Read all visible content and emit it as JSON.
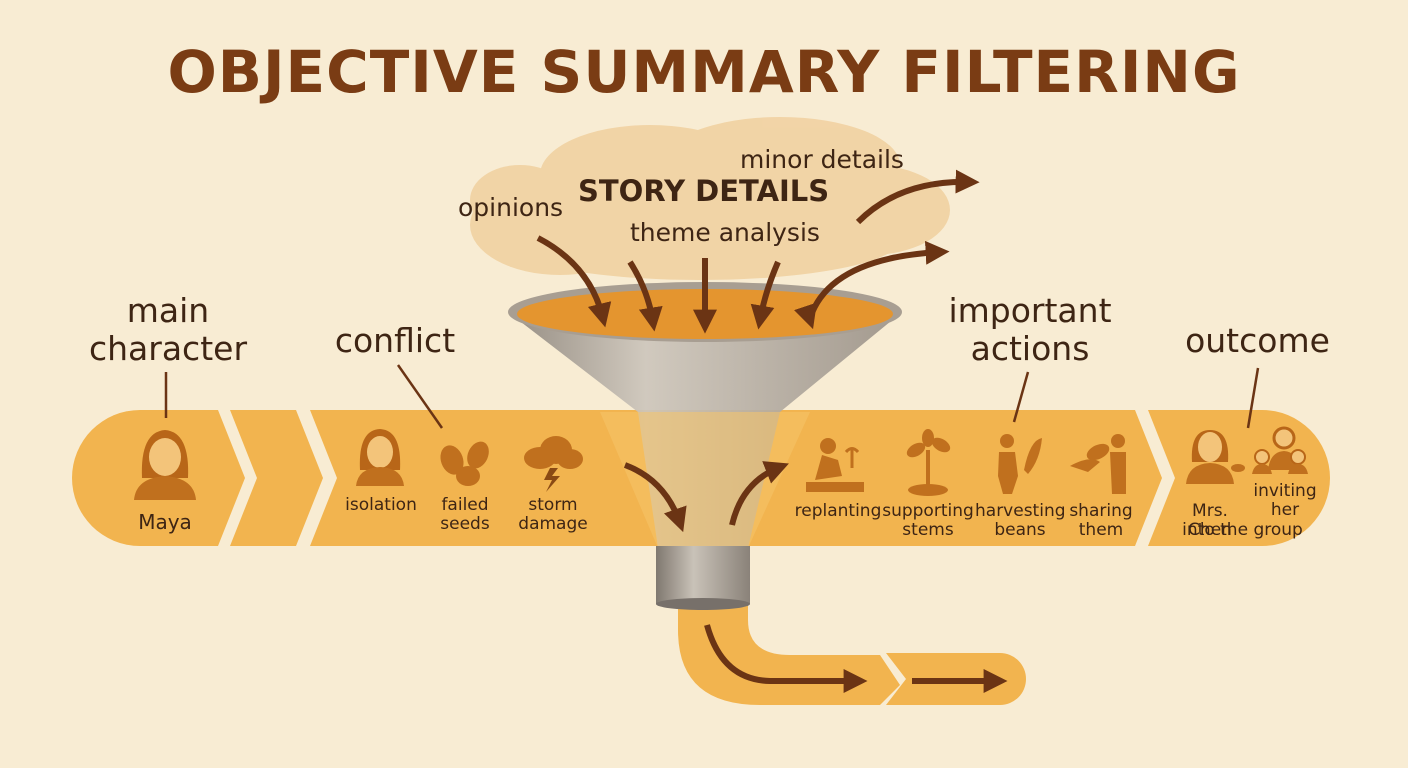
{
  "title": "OBJECTIVE SUMMARY FILTERING",
  "cloud": {
    "heading": "STORY DETAILS",
    "items": [
      "opinions",
      "minor details",
      "theme analysis"
    ]
  },
  "categories": {
    "main_character": "main\ncharacter",
    "conflict": "conflict",
    "important_actions": "important\nactions",
    "outcome": "outcome"
  },
  "items": {
    "maya": "Maya",
    "isolation": "isolation",
    "failed_seeds": "failed\nseeds",
    "storm_damage": "storm\ndamage",
    "replanting": "replanting",
    "supporting_stems": "supporting\nstems",
    "harvesting_beans": "harvesting\nbeans",
    "sharing_them": "sharing\nthem",
    "mrs_chen": "Mrs. Chen",
    "inviting_her": "inviting\nher",
    "into_group": "into the group"
  },
  "colors": {
    "band": "#f2b44f",
    "band_light": "#f5c46a",
    "icon": "#c0701e",
    "arrow": "#6b3414",
    "title": "#7a3c14",
    "funnel": "#a89e92"
  },
  "icons": [
    "person-icon",
    "seeds-icon",
    "storm-cloud-icon",
    "planting-icon",
    "sprout-icon",
    "harvester-icon",
    "sharing-hands-icon",
    "mrs-chen-icon",
    "group-icon"
  ]
}
